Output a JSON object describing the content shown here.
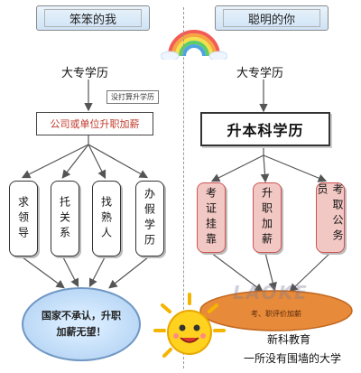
{
  "left_header": "笨笨的我",
  "right_header": "聪明的你",
  "left": {
    "degree": "大专学历",
    "note": "没打算升学历",
    "center": "公司或单位升职加薪",
    "options": [
      "求领导",
      "托关系",
      "找熟人",
      "办假学历"
    ],
    "result": "国家不承认，升职加薪无望！"
  },
  "right": {
    "degree": "大专学历",
    "center": "升本科学历",
    "options": [
      "考证挂靠",
      "升职加薪",
      "考取公务员"
    ],
    "ellipse_note": "考、职评价加薪",
    "brand": "新科教育",
    "slogan": "一所没有围墙的大学"
  },
  "watermark": "LAOKE",
  "colors": {
    "banner_border": "#8a8a8a",
    "card_red": "#f2c8c4",
    "ellipse_blue": "#b5d4f4",
    "ribbon_red": "#c0392b"
  }
}
